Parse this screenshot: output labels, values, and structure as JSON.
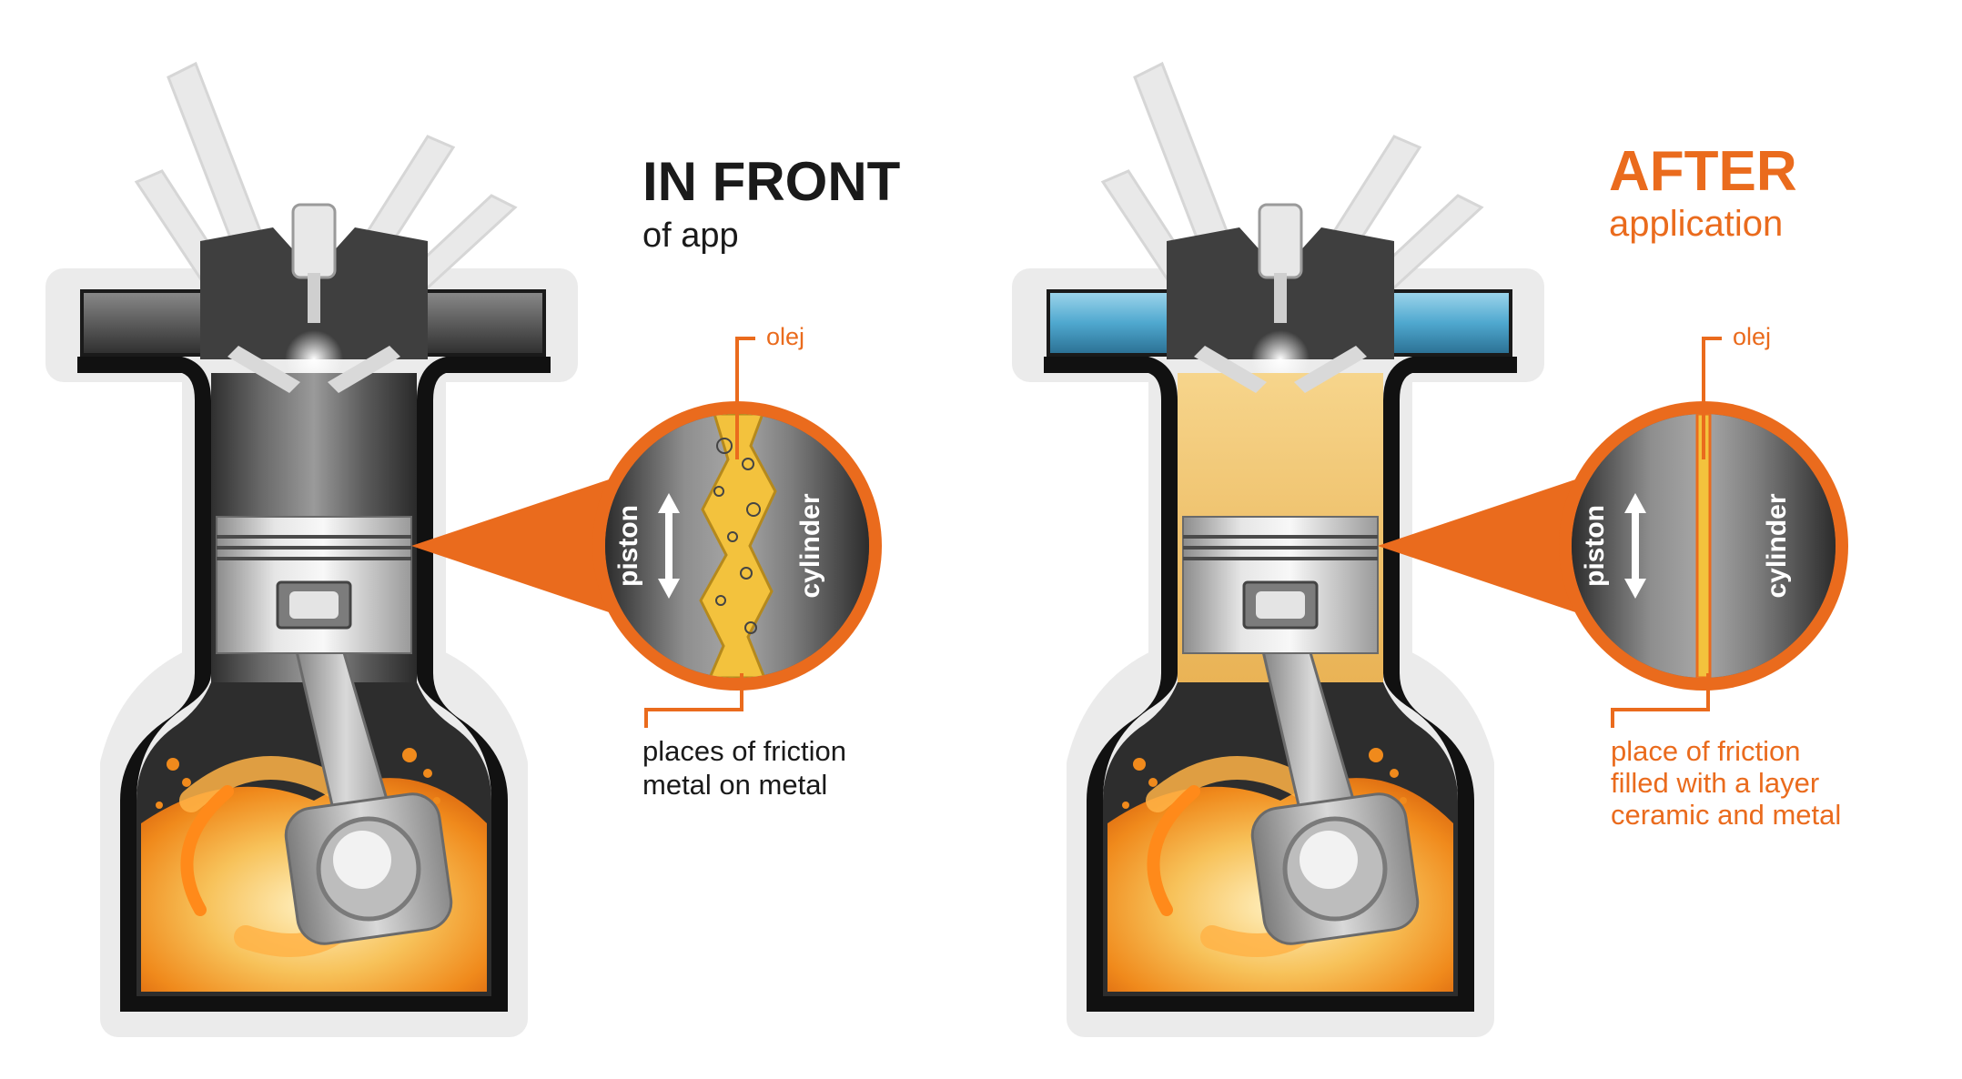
{
  "colors": {
    "accent": "#ea6b1d",
    "text_dark": "#1a1a1a",
    "oil_yellow": "#f3c23d",
    "oil_orange": "#f08a1c",
    "metal_dark": "#3a3a3a",
    "coolant_blue": "#5fb6d8"
  },
  "panels": [
    {
      "id": "before",
      "heading": "IN FRONT",
      "subheading": "of app",
      "oil_label": "olej",
      "lens_left": "piston",
      "lens_right": "cylinder",
      "friction_lines": [
        "places of friction",
        "metal on metal"
      ]
    },
    {
      "id": "after",
      "heading": "AFTER",
      "subheading": "application",
      "oil_label": "olej",
      "lens_left": "piston",
      "lens_right": "cylinder",
      "friction_lines": [
        "place of friction",
        "filled with a layer",
        "ceramic and metal"
      ]
    }
  ]
}
